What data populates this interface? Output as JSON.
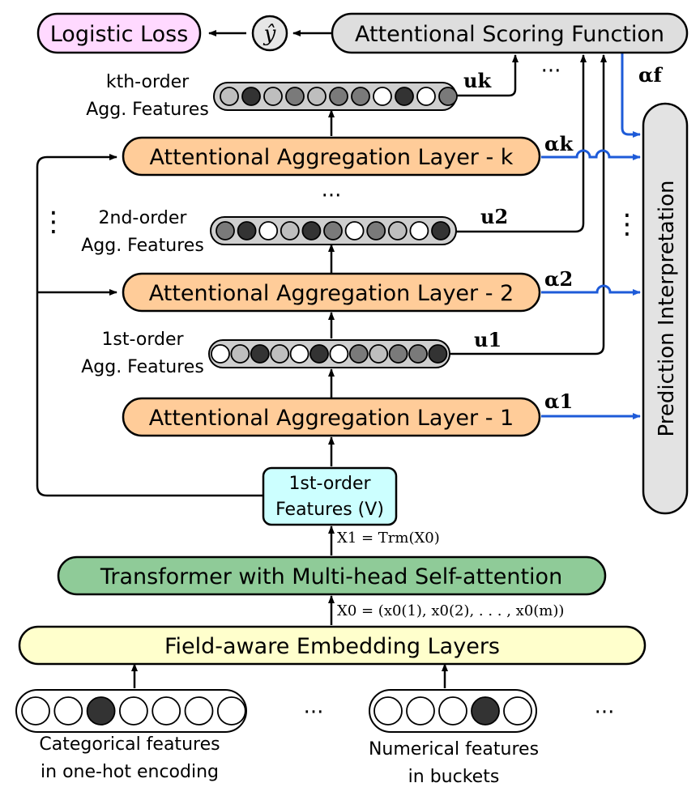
{
  "colors": {
    "orange": "#FFCC99",
    "yellow": "#FFFFCC",
    "green": "#8FCB98",
    "pink": "#FFD9FF",
    "cyan": "#CCFFFF",
    "gray": "#DEDEDE",
    "blue": "#1E5BD8",
    "dark": "#333333",
    "mid": "#7A7A7A",
    "light": "#BEBEBE",
    "white": "#FFFFFF"
  },
  "logistic_loss": "Logistic Loss",
  "y_hat": "ŷ",
  "scoring_function": "Attentional Scoring Function",
  "alpha_f": "αf",
  "top_ellipsis": "···",
  "kth_features": {
    "line1": "kth-order",
    "line2": "Agg. Features"
  },
  "u_k": "uk",
  "layer_k": "Attentional Aggregation Layer - k",
  "alpha_k": "αk",
  "mid_ellipsis": "···",
  "left_ellipsis": "⋮",
  "right_ellipsis": "⋮",
  "second_features": {
    "line1": "2nd-order",
    "line2": "Agg. Features"
  },
  "u_2": "u2",
  "layer_2": "Attentional Aggregation Layer - 2",
  "alpha_2": "α2",
  "first_features": {
    "line1": "1st-order",
    "line2": "Agg. Features"
  },
  "u_1": "u1",
  "layer_1": "Attentional Aggregation Layer - 1",
  "alpha_1": "α1",
  "prediction_interpretation": "Prediction Interpretation",
  "first_order_box": {
    "line1": "1st-order",
    "line2": "Features (V)"
  },
  "x1_eq": "X1 = Trm(X0)",
  "transformer": "Transformer with Multi-head Self-attention",
  "x0_eq": "X0 = (x0(1), x0(2), . . . , x0(m))",
  "embedding": "Field-aware Embedding Layers",
  "cat_ellipsis": "···",
  "num_ellipsis": "···",
  "categorical": {
    "line1": "Categorical features",
    "line2": "in one-hot encoding"
  },
  "numerical": {
    "line1": "Numerical features",
    "line2": "in buckets"
  },
  "vectors": {
    "kth": [
      "light",
      "dark",
      "light",
      "mid",
      "light",
      "mid",
      "mid",
      "white",
      "dark",
      "white",
      "mid"
    ],
    "second": [
      "mid",
      "dark",
      "white",
      "light",
      "dark",
      "mid",
      "white",
      "mid",
      "light",
      "white",
      "dark"
    ],
    "first": [
      "white",
      "light",
      "dark",
      "light",
      "white",
      "dark",
      "white",
      "mid",
      "light",
      "mid",
      "mid",
      "dark"
    ],
    "categorical": [
      "white",
      "white",
      "dark",
      "white",
      "white",
      "white",
      "white"
    ],
    "numerical": [
      "white",
      "white",
      "white",
      "dark",
      "white"
    ]
  }
}
